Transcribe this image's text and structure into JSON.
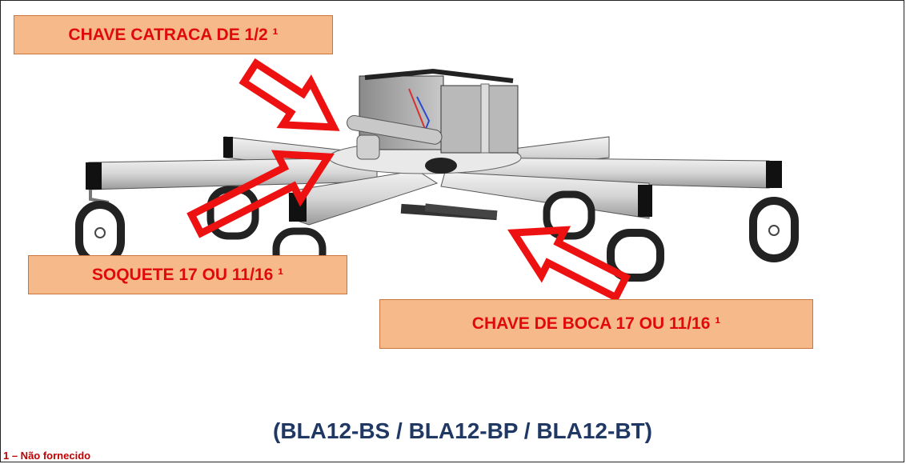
{
  "callouts": {
    "ratchet_wrench": "CHAVE CATRACA DE 1/2 ¹",
    "socket": "SOQUETE 17 OU 11/16 ¹",
    "open_end_wrench": "CHAVE DE BOCA 17 OU 11/16 ¹"
  },
  "model_title": "(BLA12-BS / BLA12-BP / BLA12-BT)",
  "footnote": "1 – Não fornecido",
  "colors": {
    "callout_fill": "#f6b98a",
    "callout_text": "#e10a0a",
    "arrow": "#ee1111",
    "title": "#1f3864",
    "footnote": "#c00000"
  },
  "icons": [
    "arrow-ratchet-icon",
    "arrow-socket-icon",
    "arrow-open-end-icon"
  ]
}
